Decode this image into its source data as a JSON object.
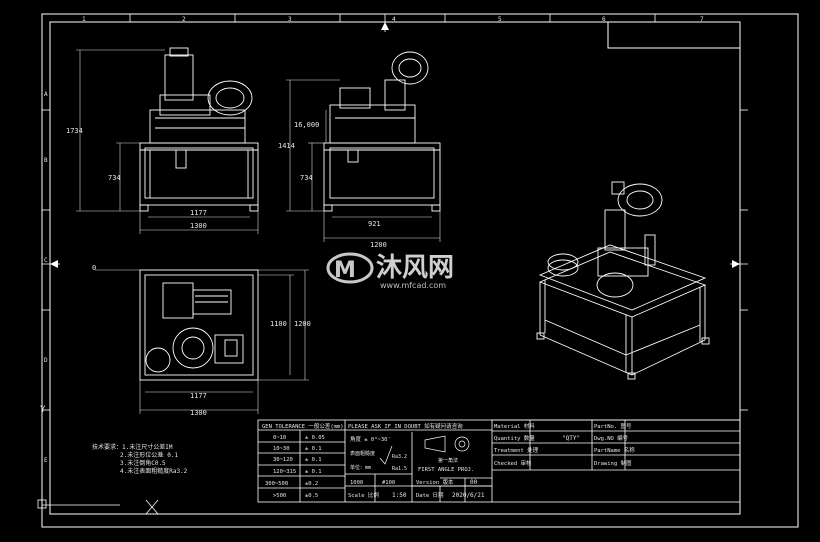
{
  "colors": {
    "background": "#000000",
    "line": "#ffffff",
    "dim": "#e0e0e0",
    "watermark": "#c8c8c8"
  },
  "border": {
    "top_numbers": [
      "1",
      "2",
      "3",
      "4",
      "5",
      "6",
      "7"
    ],
    "left_letters": [
      "A",
      "B",
      "C",
      "D",
      "E"
    ]
  },
  "front_view": {
    "dim_height": "1734",
    "dim_frame_height": "734",
    "dim_inner_width": "1177",
    "dim_width": "1300"
  },
  "side_view": {
    "dim_total": "1414",
    "dim_upper": "16,000",
    "dim_frame_height": "734",
    "dim_inner_width": "921",
    "dim_width": "1200"
  },
  "top_view": {
    "origin": "0",
    "dim_inner_depth": "1100",
    "dim_depth": "1200",
    "dim_inner_width": "1177",
    "dim_width": "1300"
  },
  "watermark": {
    "brand": "沐风网",
    "url": "www.mfcad.com",
    "icon": "mf-logo-icon"
  },
  "notes": {
    "line1": "技术要求：1.未注尺寸公差IM",
    "line2": "2.未注形位公差",
    "line2_val": "± 0.1",
    "line3": "3.未注倒角C0.5",
    "line4": "4.未注表面粗糙度Ra3.2"
  },
  "tolerance_table": {
    "header": "GEN TOLERANCE 一般公差(mm)",
    "rows": [
      [
        "0~10",
        "± 0.05"
      ],
      [
        "10~30",
        "± 0.1"
      ],
      [
        "30~120",
        "± 0.1"
      ],
      [
        "120~315",
        "± 0.1"
      ],
      [
        "300~500",
        "±0.2"
      ],
      [
        ">500",
        "±0.5"
      ]
    ]
  },
  "middle_block": {
    "header": "PLEASE ASK IF IN DOUBT 如有疑问请咨询",
    "angle": "角度  ± 0°~30'",
    "roughness_label": "表面粗糙度",
    "unit_label": "单位：mm",
    "roughness_val": "Ra3.2",
    "roughness_val2": "Ra1.5",
    "projection": "第一角法",
    "projection_en": "FIRST ANGLE PROJ.",
    "surface": "1000",
    "surface_val": "#100",
    "scale_label": "Scale 比例",
    "scale_val": "1:50"
  },
  "info_block": {
    "material": "Material 材料",
    "quantity": "Quantity 数量",
    "quantity_val": "\"QTY\"",
    "treatment": "Treatment 处理",
    "checked": "Checked 审核",
    "version": "Version 版本",
    "version_val": "00",
    "date": "Date 日期",
    "date_val": "2020/6/21",
    "part_no": "PartNo. 图号",
    "drawn": "Dwg.NO 编号",
    "part_name": "PartName 名称",
    "drawing": "Drawing 制图"
  },
  "ucs": {
    "y_label": "Y",
    "x_label": "X"
  }
}
